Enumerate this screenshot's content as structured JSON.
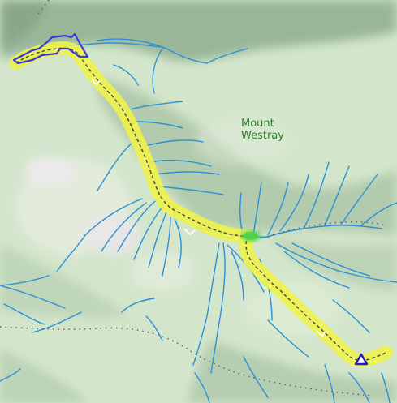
{
  "map": {
    "peak_label_line1": "Mount",
    "peak_label_line2": "Westray",
    "colors": {
      "terrain_light": "#d6e8cf",
      "terrain_shadow": "#9fb89d",
      "stream": "#2b8fd6",
      "route_highlight": "#eef24a",
      "trail_dash": "#4a4a4a",
      "start_marker": "#3a3ad0",
      "waypoint": "#4cd34c"
    },
    "icons": {
      "start": "start-flag-icon",
      "end": "triangle-summit-icon",
      "waypoint": "green-ellipse-marker",
      "direction": "chevron-arrow-icon"
    }
  }
}
